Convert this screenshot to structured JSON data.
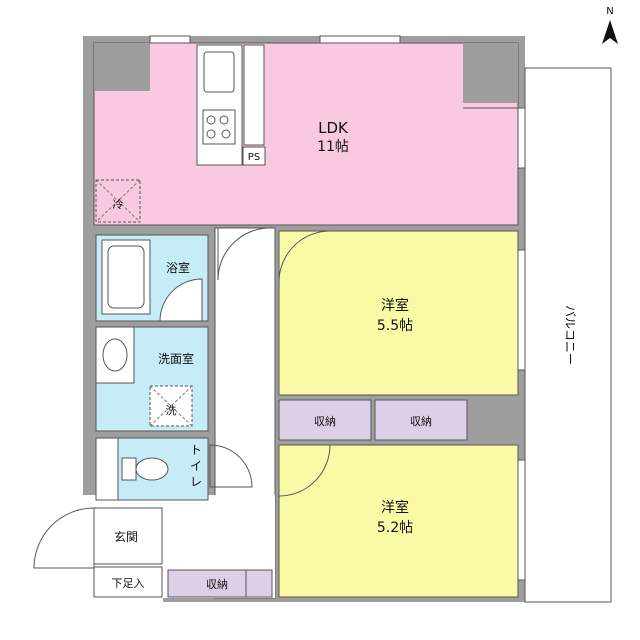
{
  "compass": {
    "label": "N"
  },
  "rooms": {
    "ldk": {
      "name": "LDK",
      "size": "11帖",
      "color": "#f9c9e2"
    },
    "western_1": {
      "name": "洋室",
      "size": "5.5帖",
      "color": "#fafaa6"
    },
    "western_2": {
      "name": "洋室",
      "size": "5.2帖",
      "color": "#fafaa6"
    },
    "bath": {
      "name": "浴室",
      "color": "#c6ecf7"
    },
    "washroom": {
      "name": "洗面室",
      "color": "#c6ecf7"
    },
    "toilet": {
      "name": "トイレ",
      "color": "#c6ecf7"
    },
    "entrance": {
      "name": "玄関"
    },
    "shoe_storage": {
      "name": "下足入"
    }
  },
  "storage": {
    "label": "収納",
    "color": "#ddcfe6"
  },
  "fixtures": {
    "ps": "PS",
    "fridge": "冷",
    "washer": "洗"
  },
  "balcony": {
    "name": "バルコニー"
  },
  "colors": {
    "wall": "#9e9e9e",
    "line": "#555555"
  }
}
